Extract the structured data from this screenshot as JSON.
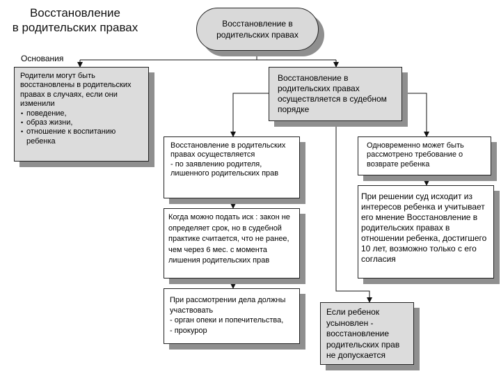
{
  "title": {
    "line1": "Восстановление",
    "line2": "в родительских правах"
  },
  "oval_label": "Восстановление в родительских правах",
  "grounds_label": "Основания",
  "grounds_box": {
    "intro": "Родители  могут быть восстановлены в родительских правах в случаях, если они изменили",
    "items": [
      "поведение,",
      "образ жизни,",
      "отношение к воспитанию ребенка"
    ]
  },
  "court_box": "Восстановление в родительских правах осуществляется в судебном порядке",
  "application_box": {
    "text": "Восстановление в родительских правах осуществляется",
    "item": "- по заявлению родителя, лишенного родительских прав"
  },
  "claim_box": "Когда можно подать иск : закон не определяет срок, но в судебной практике считается, что не ранее, чем через 6 мес. с момента лишения родительских прав",
  "participants_box": {
    "text": "При рассмотрении дела должны участвовать",
    "items": [
      "- орган опеки и попечительства,",
      "- прокурор"
    ]
  },
  "adopted_box": "Если ребенок усыновлен - восстановление родительских прав не допускается",
  "return_box": "Одновременно может быть рассмотрено требование о возврате ребенка",
  "interest_box": "При решении суд исходит из интересов ребенка и учитывает его мнение Восстановление в родительских правах в отношении ребенка, достигшего 10 лет, возможно только с его согласия"
}
